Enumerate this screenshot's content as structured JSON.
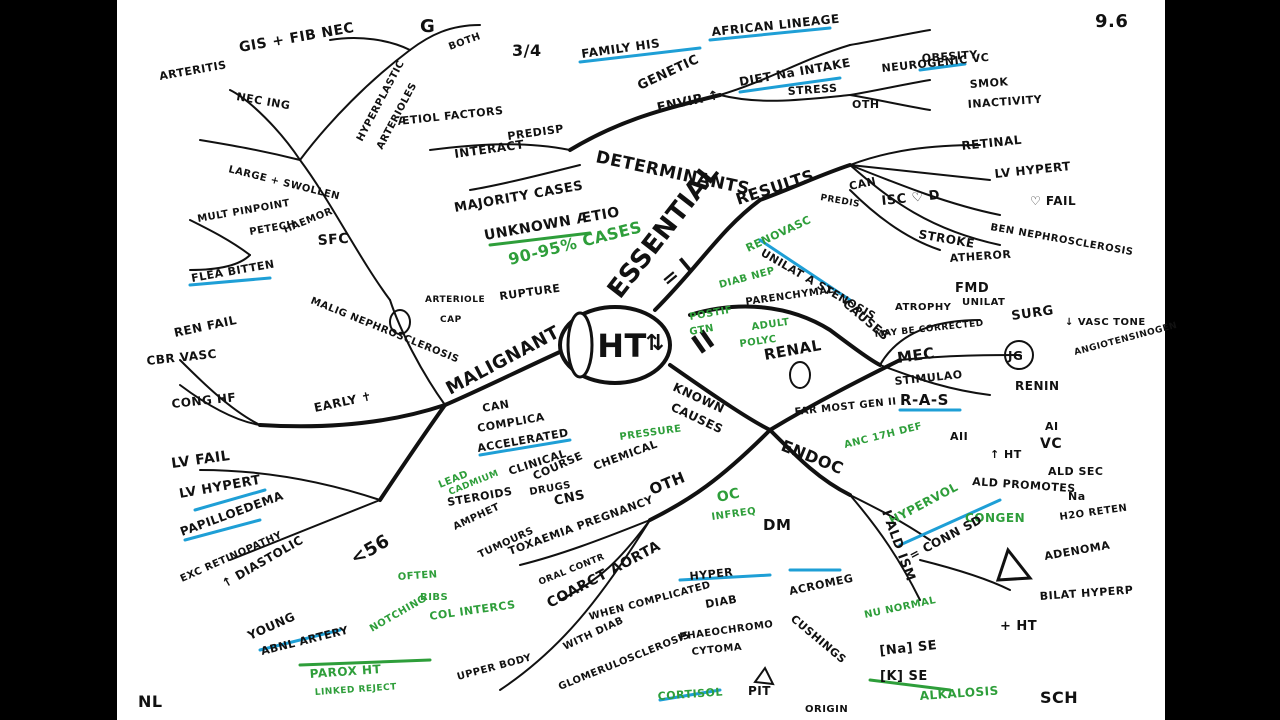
{
  "colors": {
    "ink": "#111111",
    "highlight_blue": "#1e9fd6",
    "highlight_green": "#2e9e3a",
    "green_text": "#2e9e3a",
    "paper": "#ffffff",
    "frame": "#000000"
  },
  "corner_labels": {
    "top_right": "9.6",
    "bottom_left": "NL",
    "bottom_right": "SCH"
  },
  "center": {
    "label": "HT",
    "arrow_glyph": "⇅"
  },
  "essential": {
    "label": "ESSENTIAL",
    "equals": "= I",
    "percent": "90-95% CASES",
    "majority": "MAJORITY CASES",
    "unknown": "UNKNOWN ÆTIO",
    "determinants": "DETERMINANTS",
    "interaction": "INTERACT",
    "predisp": "PREDISP",
    "fraction": "3/4",
    "genetic": "GENETIC",
    "family": "FAMILY HIS",
    "african": "AFRICAN LINEAGE",
    "envir": "ENVIR ↑",
    "diet": "DIET Na INTAKE",
    "stress": "STRESS",
    "oth": "OTH",
    "neuro": "NEUROGENIC VC",
    "obesity": "OBESITY",
    "smok": "SMOK",
    "inactivity": "INACTIVITY",
    "aetiol": "ÆTIOL FACTORS"
  },
  "results": {
    "label": "RESULTS",
    "retinal": "RETINAL",
    "lv_hypert": "LV HYPERT",
    "heart_fail": "♡ FAIL",
    "benign_nephro": "BEN NEPHROSCLEROSIS",
    "can": "CAN",
    "isc": "ISC ♡ D",
    "predis": "PREDIS",
    "stroke": "STROKE",
    "atheror": "ATHEROR"
  },
  "secondary": {
    "label": "II",
    "known": "KNOWN",
    "causes": "CAUSES",
    "renal": "RENAL",
    "renovasc": "RENOVASC",
    "unilat_stenosis": "UNILAT A STENOSIS",
    "causes_label": "CAUSES",
    "fmd": "FMD",
    "atrophy": "ATROPHY",
    "unilat": "UNILAT",
    "may_be_corrected": "MAY BE CORRECTED",
    "surg": "SURG",
    "diab_nep": "DIAB NEP",
    "postif": "POSTIF",
    "gtn": "GTN",
    "parenchymal": "PARENCHYMAL",
    "adult": "ADULT",
    "polyc": "POLYC"
  },
  "mec": {
    "label": "MEC",
    "stimula": "STIMULAO",
    "ras": "R-A-S",
    "jg": "JG",
    "vasc_tone": "↓ VASC TONE",
    "renin": "RENIN",
    "angiotensinogen": "ANGIOTENSINOGEN",
    "a1": "AI",
    "a2": "AII",
    "vc": "VC",
    "ht": "↑ HT",
    "ald_sec": "ALD SEC",
    "ald_promotes": "ALD PROMOTES",
    "na": "Na",
    "h2o": "H2O RETEN"
  },
  "endoc": {
    "label": "ENDOC",
    "far_most": "FAR MOST GEN II",
    "anc": "ANC 17H DEF",
    "hypervol": "HYPERVOL",
    "congen": "CONGEN",
    "ald_ism": "I ALD ISM",
    "conn": "= CONN SD",
    "adenoma": "ADENOMA",
    "bilat": "BILAT HYPERP",
    "ht_plus": "+ HT",
    "na_se": "[Na] SE",
    "k_se": "[K] SE",
    "alkalosis": "ALKALOSIS",
    "nu_norm": "NU NORMAL",
    "oc": "OC",
    "infreq": "INFREQ",
    "dm": "DM",
    "acromeg": "ACROMEG",
    "cushings": "CUSHINGS",
    "hyper": "HYPER",
    "diab": "DIAB",
    "phaeo": "PHAEOCHROMO",
    "cytoma": "CYTOMA",
    "pit": "PIT",
    "cortisol": "CORTISOL",
    "origin": "ORIGIN",
    "when_complicated": "WHEN COMPLICATED",
    "with_diab": "WITH DIAB",
    "glomerulosclerosis": "GLOMERULOSCLEROSIS",
    "oth": "OTH",
    "chemical": "CHEMICAL",
    "coarct": "COARCT AORTA",
    "cns": "CNS",
    "toxaemia": "TOXAEMIA PREGNANCY",
    "oral_contr": "ORAL CONTR",
    "tumours": "TUMOURS",
    "amphet": "AMPHET",
    "steroids": "STEROIDS",
    "lead": "LEAD",
    "cadmium": "CADMIUM",
    "pressure": "PRESSURE",
    "upper_body": "UPPER BODY",
    "notching": "NOTCHING",
    "ribs": "RIBS",
    "col_interc": "COL INTERCS",
    "often": "OFTEN",
    "young": "YOUNG",
    "abnl_artery": "ABNL ARTERY",
    "parox_ht": "PAROX HT",
    "linked_reject": "LINKED REJECT"
  },
  "malignant": {
    "label": "MALIGNANT",
    "can": "CAN",
    "complica": "COMPLICA",
    "accelerated": "ACCELERATED",
    "clinical": "CLINICAL",
    "course": "COURSE",
    "drugs": "DRUGS",
    "early": "EARLY ✝",
    "ren_fail": "REN FAIL",
    "cbr_vasc": "CBR VASC",
    "cong_hf": "CONG HF",
    "lv_fail": "LV FAIL",
    "lv_hypert": "LV HYPERT",
    "papilloedema": "PAPILLOEDEMA",
    "exc_retina": "EXC RETINOPATHY",
    "diastolic": "↑ DIASTOLIC",
    "age": "<56",
    "malig_nephro": "MALIG NEPHROSCLEROSIS",
    "arteriole": "ARTERIOLE",
    "cap": "CAP",
    "rupture": "RUPTURE",
    "flea_bitten": "FLEA BITTEN",
    "mult_pinpoint": "MULT PINPOINT",
    "petech": "PETECH",
    "haemor": "HAEMOR",
    "sfc": "SFC",
    "large_swollen": "LARGE + SWOLLEN",
    "nec_ing": "NEC ING",
    "arteritis": "ARTERITIS",
    "gis_fib_nec": "GIS + FIB NEC",
    "g": "G",
    "both": "BOTH",
    "hyperplastic": "HYPERPLASTIC",
    "arterioles": "ARTERIOLES"
  }
}
